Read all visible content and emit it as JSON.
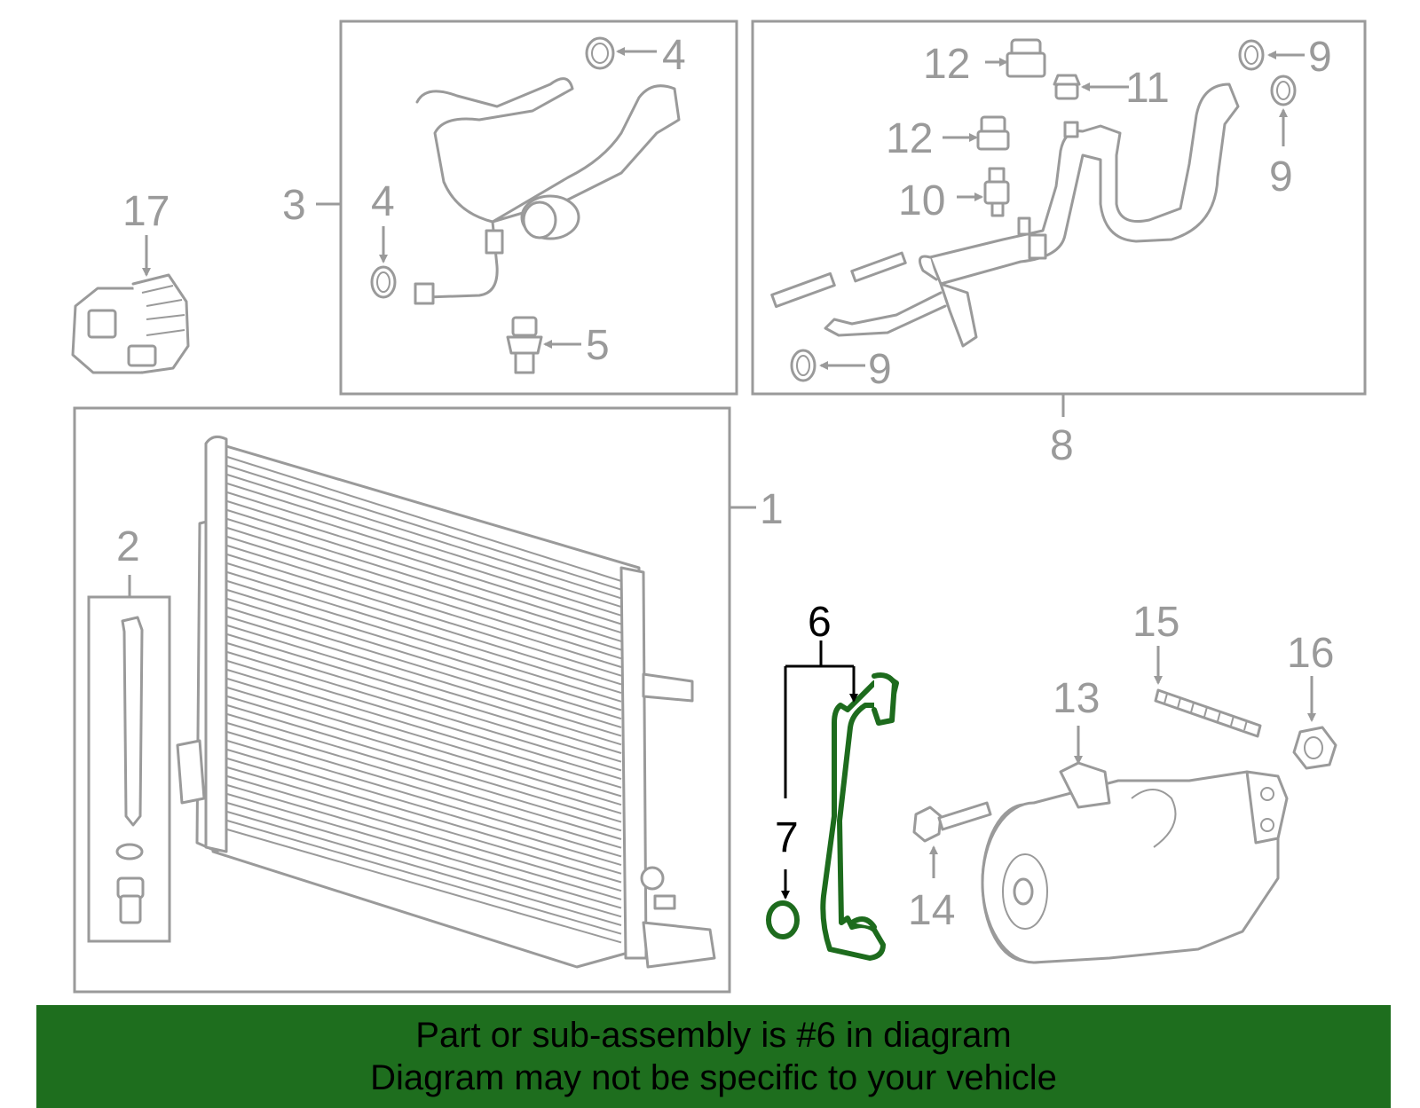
{
  "callouts": {
    "c1": "1",
    "c2": "2",
    "c3": "3",
    "c4a": "4",
    "c4b": "4",
    "c5": "5",
    "c6": "6",
    "c7": "7",
    "c8": "8",
    "c9a": "9",
    "c9b": "9",
    "c9c": "9",
    "c10": "10",
    "c11": "11",
    "c12a": "12",
    "c12b": "12",
    "c13": "13",
    "c14": "14",
    "c15": "15",
    "c16": "16",
    "c17": "17"
  },
  "highlighted_part": "6",
  "highlight_color": "#1e6e1e",
  "banner": {
    "line1": "Part or sub-assembly is #6 in diagram",
    "line2": "Diagram may not be specific to your vehicle"
  }
}
